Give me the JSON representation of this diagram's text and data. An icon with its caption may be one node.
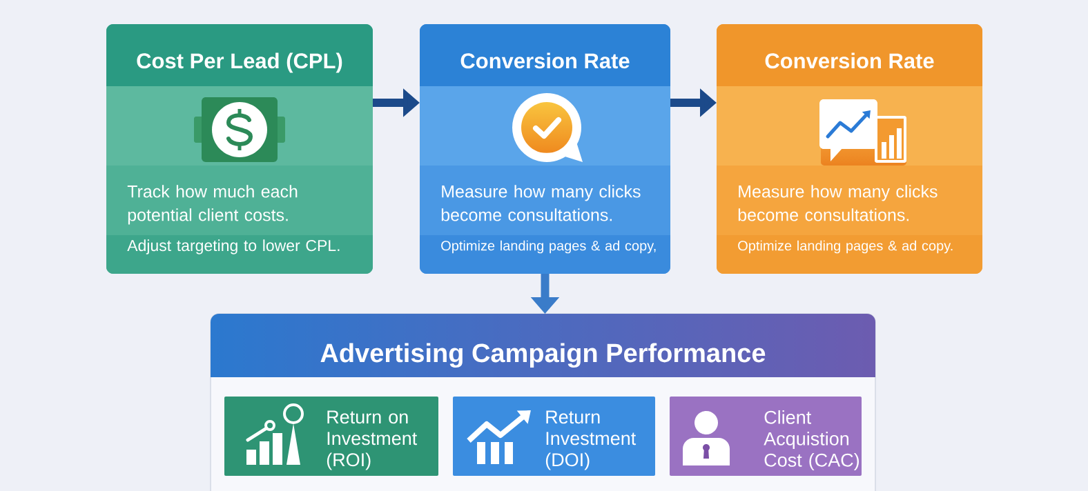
{
  "diagram": {
    "nodes": [
      {
        "text": [
          "Cost Per Lead (CPL)",
          "Track how much each potential client costs.",
          "Adjust targeting to lower CPL."
        ]
      },
      {
        "text": [
          "Conversion Rate",
          "Measure how many clicks become consultations.",
          "Optimize landing pages & ad copy,"
        ]
      },
      {
        "text": [
          "Conversion Rate",
          "Measure how many clicks become consultations.",
          "Optimize landing pages & ad copy."
        ]
      },
      {
        "text": [
          "Advertising Campaign Performance"
        ]
      },
      {
        "text": [
          "Return on Investment (ROI)"
        ],
        "in": 3
      },
      {
        "text": [
          "Return Investment (DOI)"
        ],
        "in": 3
      },
      {
        "text": [
          "Client Acquistion Cost (CAC)"
        ],
        "in": 3
      }
    ],
    "edges": [
      {
        "from": 0,
        "to": 1,
        "arrow": "to"
      },
      {
        "from": 1,
        "to": 2,
        "arrow": "to"
      },
      {
        "from": 1,
        "to": 3,
        "arrow": "to",
        "color": "#3a7cc9"
      }
    ]
  }
}
